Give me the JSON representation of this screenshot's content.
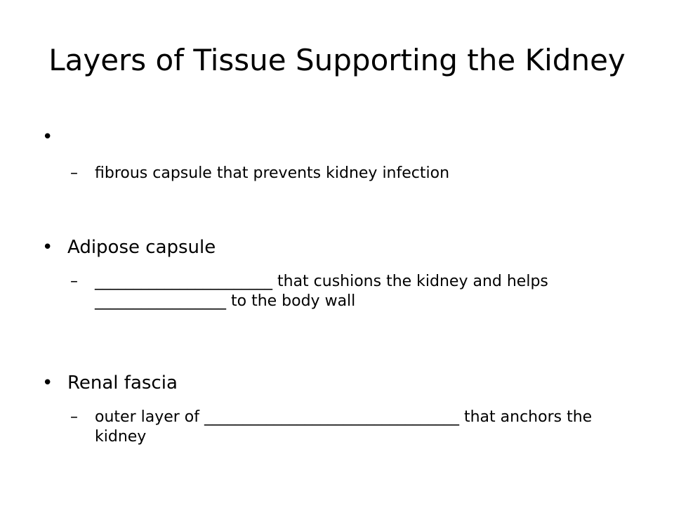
{
  "slide": {
    "title": "Layers of Tissue Supporting the Kidney",
    "bullet_marker": "•",
    "dash_marker": "–",
    "sections": [
      {
        "heading": "",
        "detail": "fibrous capsule that prevents kidney infection"
      },
      {
        "heading": "Adipose capsule",
        "detail": "_______________________ that cushions the kidney and helps _________________ to the body wall"
      },
      {
        "heading": "Renal fascia",
        "detail": "outer layer of _________________________________ that anchors the kidney"
      }
    ]
  }
}
